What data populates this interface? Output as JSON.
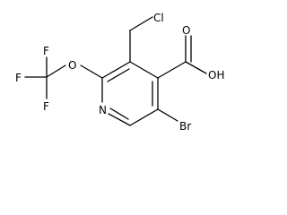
{
  "molecule": {
    "atoms": {
      "cl": "Cl",
      "oh": "OH",
      "o_carbonyl": "O",
      "o_ether": "O",
      "f_top": "F",
      "f_left": "F",
      "f_bottom": "F",
      "n_ring": "N",
      "br": "Br"
    }
  }
}
